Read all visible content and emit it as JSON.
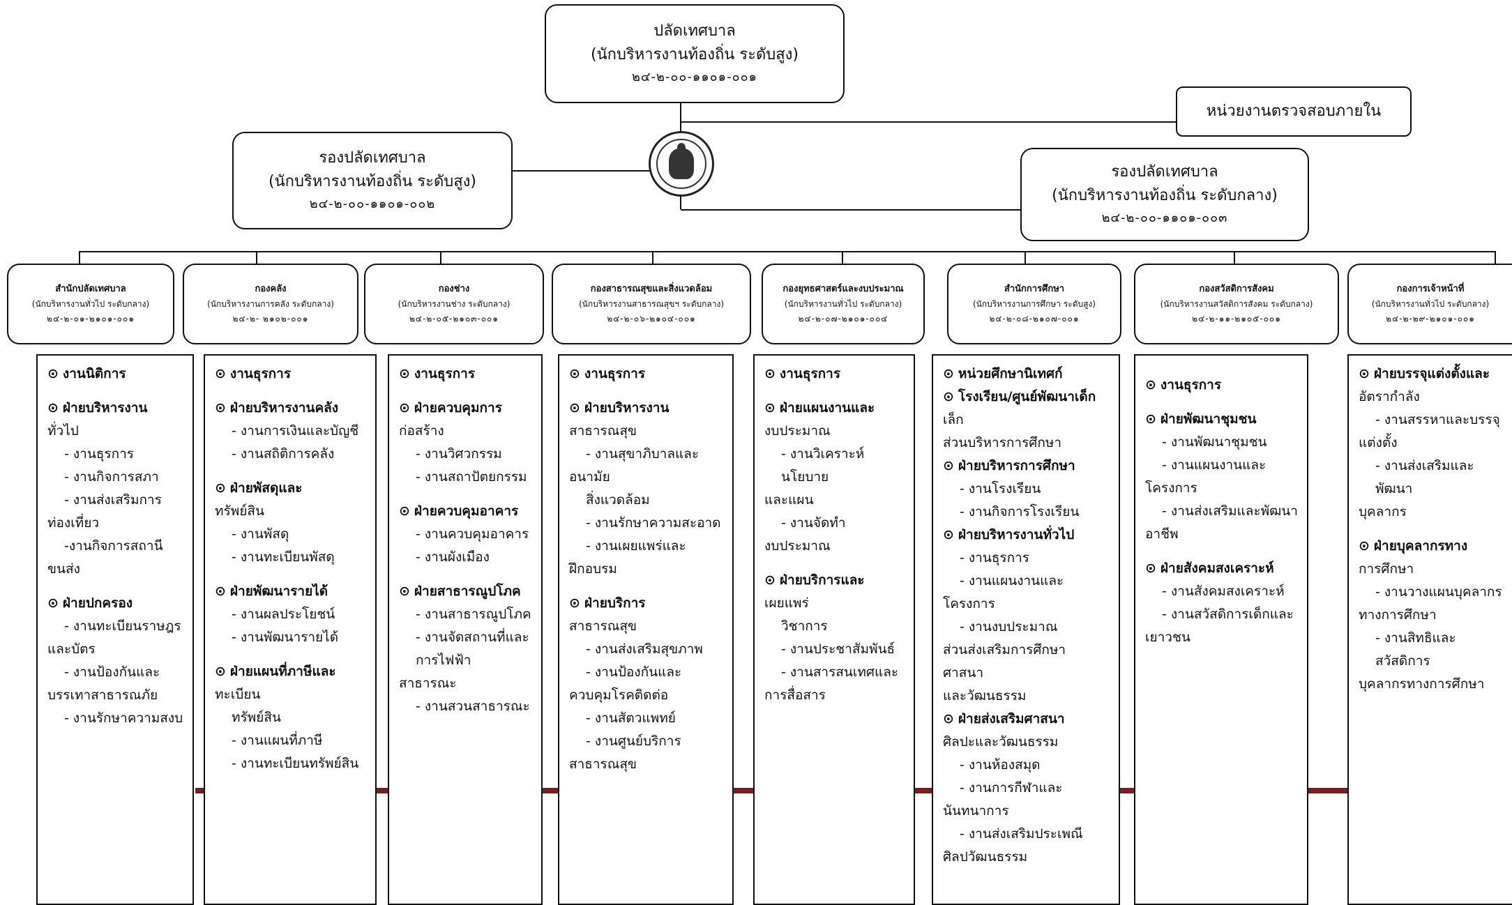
{
  "top": {
    "title": "ปลัดเทศบาล",
    "level": "(นักบริหารงานท้องถิ่น ระดับสูง)",
    "code": "๒๔-๒-๐๐-๑๑๐๑-๐๐๑"
  },
  "audit": {
    "label": "หน่วยงานตรวจสอบภายใน"
  },
  "deputy_left": {
    "title": "รองปลัดเทศบาล",
    "level": "(นักบริหารงานท้องถิ่น ระดับสูง)",
    "code": "๒๔-๒-๐๐-๑๑๐๑-๐๐๒"
  },
  "deputy_right": {
    "title": "รองปลัดเทศบาล",
    "level": "(นักบริหารงานท้องถิ่น ระดับกลาง)",
    "code": "๒๔-๒-๐๐-๑๑๐๑-๐๐๓"
  },
  "seal": {
    "icon": "municipal-seal-icon"
  },
  "departments": [
    {
      "title": "สำนักปลัดเทศบาล",
      "level": "(นักบริหารงานทั่วไป ระดับกลาง)",
      "code": "๒๔-๒-๐๑-๒๑๐๑-๐๐๑",
      "items": [
        {
          "k": "h",
          "t": "งานนิติการ"
        },
        {
          "k": "g"
        },
        {
          "k": "h",
          "t": "ฝ่ายบริหารงาน"
        },
        {
          "k": "p",
          "t": "ทั่วไป"
        },
        {
          "k": "s",
          "t": "- งานธุรการ"
        },
        {
          "k": "s",
          "t": "- งานกิจการสภา"
        },
        {
          "k": "s",
          "t": "- งานส่งเสริมการ"
        },
        {
          "k": "p",
          "t": "ท่องเที่ยว"
        },
        {
          "k": "s",
          "t": "-งานกิจการสถานี"
        },
        {
          "k": "p",
          "t": "ขนส่ง"
        },
        {
          "k": "g"
        },
        {
          "k": "h",
          "t": "ฝ่ายปกครอง"
        },
        {
          "k": "s",
          "t": "- งานทะเบียนราษฎร"
        },
        {
          "k": "p",
          "t": "และบัตร"
        },
        {
          "k": "s",
          "t": "- งานป้องกันและ"
        },
        {
          "k": "p",
          "t": "บรรเทาสาธารณภัย"
        },
        {
          "k": "s",
          "t": "- งานรักษาความสงบ"
        }
      ]
    },
    {
      "title": "กองคลัง",
      "level": "(นักบริหารงานการคลัง ระดับกลาง)",
      "code": "๒๔-๒- ๒๑๐๒-๐๐๑",
      "items": [
        {
          "k": "h",
          "t": "งานธุรการ"
        },
        {
          "k": "g"
        },
        {
          "k": "h",
          "t": "ฝ่ายบริหารงานคลัง"
        },
        {
          "k": "s",
          "t": "- งานการเงินและบัญชี"
        },
        {
          "k": "s",
          "t": "- งานสถิติการคลัง"
        },
        {
          "k": "g"
        },
        {
          "k": "h",
          "t": "ฝ่ายพัสดุและ"
        },
        {
          "k": "p",
          "t": "ทรัพย์สิน"
        },
        {
          "k": "s",
          "t": "- งานพัสดุ"
        },
        {
          "k": "s",
          "t": "- งานทะเบียนพัสดุ"
        },
        {
          "k": "g"
        },
        {
          "k": "h",
          "t": "ฝ่ายพัฒนารายได้"
        },
        {
          "k": "s",
          "t": "- งานผลประโยชน์"
        },
        {
          "k": "s",
          "t": "- งานพัฒนารายได้"
        },
        {
          "k": "g"
        },
        {
          "k": "h",
          "t": "ฝ่ายแผนที่ภาษีและ"
        },
        {
          "k": "p",
          "t": "ทะเบียน"
        },
        {
          "k": "s",
          "t": "ทรัพย์สิน"
        },
        {
          "k": "s",
          "t": "- งานแผนที่ภาษี"
        },
        {
          "k": "s",
          "t": "- งานทะเบียนทรัพย์สิน"
        }
      ]
    },
    {
      "title": "กองช่าง",
      "level": "(นักบริหารงานช่าง ระดับกลาง)",
      "code": "๒๔-๒-๐๕-๒๑๐๓-๐๐๑",
      "items": [
        {
          "k": "h",
          "t": "งานธุรการ"
        },
        {
          "k": "g"
        },
        {
          "k": "h",
          "t": "ฝ่ายควบคุมการ"
        },
        {
          "k": "p",
          "t": "ก่อสร้าง"
        },
        {
          "k": "s",
          "t": "- งานวิศวกรรม"
        },
        {
          "k": "s",
          "t": "- งานสถาปัตยกรรม"
        },
        {
          "k": "g"
        },
        {
          "k": "h",
          "t": "ฝ่ายควบคุมอาคาร"
        },
        {
          "k": "s",
          "t": "- งานควบคุมอาคาร"
        },
        {
          "k": "s",
          "t": "- งานผังเมือง"
        },
        {
          "k": "g"
        },
        {
          "k": "h",
          "t": "ฝ่ายสาธารณูปโภค"
        },
        {
          "k": "s",
          "t": "- งานสาธารณูปโภค"
        },
        {
          "k": "s",
          "t": "- งานจัดสถานที่และ"
        },
        {
          "k": "s",
          "t": "การไฟฟ้า"
        },
        {
          "k": "p",
          "t": "สาธารณะ"
        },
        {
          "k": "s",
          "t": "- งานสวนสาธารณะ"
        }
      ]
    },
    {
      "title": "กองสาธารณสุขและสิ่งแวดล้อม",
      "level": "(นักบริหารงานสาธารณสุขฯ ระดับกลาง)",
      "code": "๒๔-๒-๐๖-๒๑๐๔-๐๐๑",
      "items": [
        {
          "k": "h",
          "t": "งานธุรการ"
        },
        {
          "k": "g"
        },
        {
          "k": "h",
          "t": "ฝ่ายบริหารงาน"
        },
        {
          "k": "p",
          "t": "สาธารณสุข"
        },
        {
          "k": "s",
          "t": "- งานสุขาภิบาลและ"
        },
        {
          "k": "p",
          "t": "อนามัย"
        },
        {
          "k": "s",
          "t": "สิ่งแวดล้อม"
        },
        {
          "k": "s",
          "t": "- งานรักษาความสะอาด"
        },
        {
          "k": "s",
          "t": "- งานเผยแพร่และ"
        },
        {
          "k": "p",
          "t": "ฝึกอบรม"
        },
        {
          "k": "g"
        },
        {
          "k": "h",
          "t": "ฝ่ายบริการ"
        },
        {
          "k": "p",
          "t": "สาธารณสุข"
        },
        {
          "k": "s",
          "t": "- งานส่งเสริมสุขภาพ"
        },
        {
          "k": "s",
          "t": "- งานป้องกันและ"
        },
        {
          "k": "p",
          "t": "ควบคุมโรคติดต่อ"
        },
        {
          "k": "s",
          "t": "- งานสัตวแพทย์"
        },
        {
          "k": "s",
          "t": "- งานศูนย์บริการ"
        },
        {
          "k": "p",
          "t": "สาธารณสุข"
        }
      ]
    },
    {
      "title": "กองยุทธศาสตร์และงบประมาณ",
      "level": "(นักบริหารงานทั่วไป ระดับกลาง)",
      "code": "๒๔-๒-๐๗-๒๑๐๑-๐๐๔",
      "items": [
        {
          "k": "h",
          "t": "งานธุรการ"
        },
        {
          "k": "g"
        },
        {
          "k": "h",
          "t": "ฝ่ายแผนงานและ"
        },
        {
          "k": "p",
          "t": "งบประมาณ"
        },
        {
          "k": "s",
          "t": "- งานวิเคราะห์นโยบาย"
        },
        {
          "k": "p",
          "t": "และแผน"
        },
        {
          "k": "s",
          "t": "- งานจัดทำ"
        },
        {
          "k": "p",
          "t": "งบประมาณ"
        },
        {
          "k": "g"
        },
        {
          "k": "h",
          "t": "ฝ่ายบริการและ"
        },
        {
          "k": "p",
          "t": "เผยแพร่"
        },
        {
          "k": "s",
          "t": "วิชาการ"
        },
        {
          "k": "s",
          "t": "- งานประชาสัมพันธ์"
        },
        {
          "k": "s",
          "t": "- งานสารสนเทศและ"
        },
        {
          "k": "p",
          "t": "การสื่อสาร"
        }
      ]
    },
    {
      "title": "สำนักการศึกษา",
      "level": "(นักบริหารงานการศึกษา ระดับสูง)",
      "code": "๒๔-๒-๐๘-๒๑๐๗-๐๐๑",
      "items": [
        {
          "k": "h",
          "t": "หน่วยศึกษานิเทศก์"
        },
        {
          "k": "h",
          "t": "โรงเรียน/ศูนย์พัฒนาเด็ก"
        },
        {
          "k": "p",
          "t": "เล็ก"
        },
        {
          "k": "p",
          "t": "ส่วนบริหารการศึกษา"
        },
        {
          "k": "h",
          "t": "ฝ่ายบริหารการศึกษา"
        },
        {
          "k": "s",
          "t": "- งานโรงเรียน"
        },
        {
          "k": "s",
          "t": "- งานกิจการโรงเรียน"
        },
        {
          "k": "h",
          "t": "ฝ่ายบริหารงานทั่วไป"
        },
        {
          "k": "s",
          "t": "- งานธุรการ"
        },
        {
          "k": "s",
          "t": "- งานแผนงานและ"
        },
        {
          "k": "p",
          "t": "โครงการ"
        },
        {
          "k": "s",
          "t": "- งานงบประมาณ"
        },
        {
          "k": "p",
          "t": "ส่วนส่งเสริมการศึกษา"
        },
        {
          "k": "p",
          "t": "ศาสนา"
        },
        {
          "k": "p",
          "t": "และวัฒนธรรม"
        },
        {
          "k": "h",
          "t": "ฝ่ายส่งเสริมศาสนา"
        },
        {
          "k": "p",
          "t": "ศิลปะและวัฒนธรรม"
        },
        {
          "k": "s",
          "t": "- งานห้องสมุด"
        },
        {
          "k": "s",
          "t": "- งานการกีฬาและ"
        },
        {
          "k": "p",
          "t": "นันทนาการ"
        },
        {
          "k": "s",
          "t": "- งานส่งเสริมประเพณี"
        },
        {
          "k": "p",
          "t": "ศิลปวัฒนธรรม"
        }
      ]
    },
    {
      "title": "กองสวัสดิการสังคม",
      "level": "(นักบริหารงานสวัสดิการสังคม ระดับกลาง)",
      "code": "๒๔-๒-๑๑-๒๑๐๕-๐๐๑",
      "items": [
        {
          "k": "g"
        },
        {
          "k": "h",
          "t": "งานธุรการ"
        },
        {
          "k": "g"
        },
        {
          "k": "h",
          "t": "ฝ่ายพัฒนาชุมชน"
        },
        {
          "k": "s",
          "t": "- งานพัฒนาชุมชน"
        },
        {
          "k": "s",
          "t": "- งานแผนงานและ"
        },
        {
          "k": "p",
          "t": "โครงการ"
        },
        {
          "k": "s",
          "t": "- งานส่งเสริมและพัฒนา"
        },
        {
          "k": "p",
          "t": "อาชีพ"
        },
        {
          "k": "g"
        },
        {
          "k": "h",
          "t": "ฝ่ายสังคมสงเคราะห์"
        },
        {
          "k": "s",
          "t": "- งานสังคมสงเคราะห์"
        },
        {
          "k": "s",
          "t": "- งานสวัสดิการเด็กและ"
        },
        {
          "k": "p",
          "t": "เยาวชน"
        }
      ]
    },
    {
      "title": "กองการเจ้าหน้าที่",
      "level": "(นักบริหารงานทั่วไป ระดับกลาง)",
      "code": "๒๔-๒-๒๙-๒๑๐๑-๐๐๑",
      "items": [
        {
          "k": "h",
          "t": "ฝ่ายบรรจุแต่งตั้งและ"
        },
        {
          "k": "p",
          "t": "อัตรากำลัง"
        },
        {
          "k": "s",
          "t": "- งานสรรหาและบรรจุ"
        },
        {
          "k": "p",
          "t": "แต่งตั้ง"
        },
        {
          "k": "s",
          "t": "- งานส่งเสริมและพัฒนา"
        },
        {
          "k": "p",
          "t": "บุคลากร"
        },
        {
          "k": "g"
        },
        {
          "k": "h",
          "t": "ฝ่ายบุคลากรทาง"
        },
        {
          "k": "p",
          "t": "การศึกษา"
        },
        {
          "k": "s",
          "t": "- งานวางแผนบุคลากร"
        },
        {
          "k": "p",
          "t": "ทางการศึกษา"
        },
        {
          "k": "s",
          "t": "- งานสิทธิและสวัสดิการ"
        },
        {
          "k": "p",
          "t": "บุคลากรทางการศึกษา"
        }
      ]
    }
  ]
}
